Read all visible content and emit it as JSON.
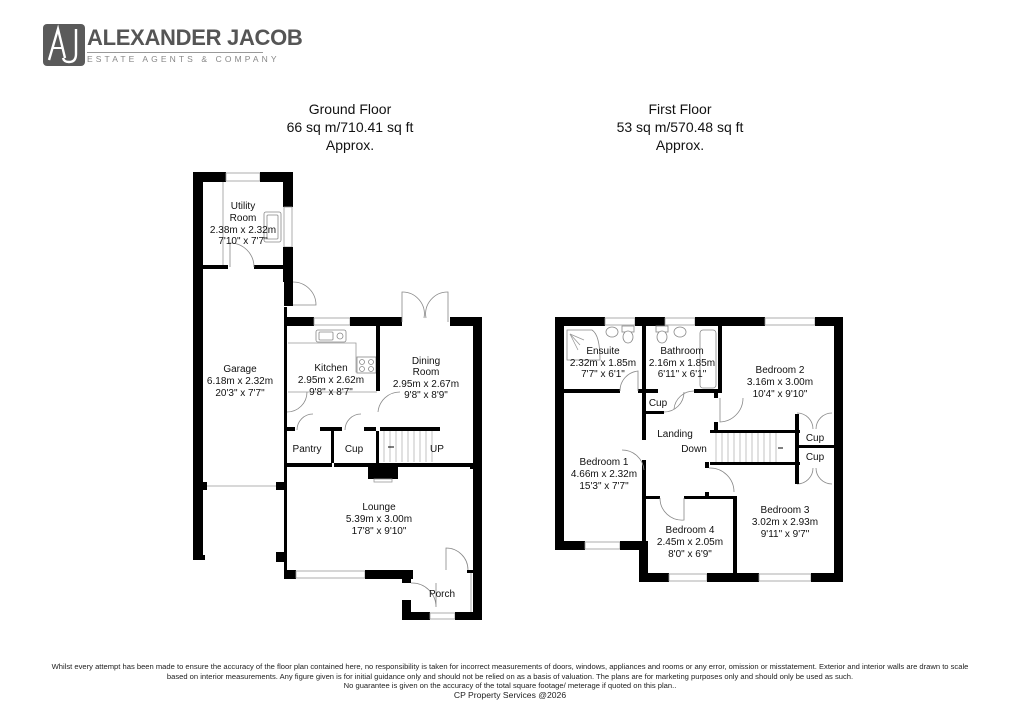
{
  "branding": {
    "monogram": "AJ",
    "name": "ALEXANDER JACOB",
    "tagline": "ESTATE AGENTS & COMPANY",
    "color": "#5a5a5a"
  },
  "ground_floor": {
    "title": "Ground Floor",
    "area": "66 sq m/710.41 sq ft",
    "approx": "Approx.",
    "rooms": {
      "utility": {
        "name1": "Utility",
        "name2": "Room",
        "metric": "2.38m x 2.32m",
        "imperial": "7'10\" x 7'7\""
      },
      "garage": {
        "name": "Garage",
        "metric": "6.18m x 2.32m",
        "imperial": "20'3\" x 7'7\""
      },
      "kitchen": {
        "name": "Kitchen",
        "metric": "2.95m x 2.62m",
        "imperial": "9'8\" x 8'7\""
      },
      "dining": {
        "name1": "Dining",
        "name2": "Room",
        "metric": "2.95m x 2.67m",
        "imperial": "9'8\" x 8'9\""
      },
      "pantry": {
        "name": "Pantry"
      },
      "cup": {
        "name": "Cup"
      },
      "stairs": {
        "label": "UP"
      },
      "lounge": {
        "name": "Lounge",
        "metric": "5.39m x 3.00m",
        "imperial": "17'8\" x 9'10\""
      },
      "porch": {
        "name": "Porch"
      }
    }
  },
  "first_floor": {
    "title": "First Floor",
    "area": "53 sq m/570.48 sq ft",
    "approx": "Approx.",
    "rooms": {
      "ensuite": {
        "name": "Ensuite",
        "metric": "2.32m x 1.85m",
        "imperial": "7'7\" x 6'1\""
      },
      "bathroom": {
        "name": "Bathroom",
        "metric": "2.16m x 1.85m",
        "imperial": "6'11\" x 6'1\""
      },
      "bedroom2": {
        "name": "Bedroom 2",
        "metric": "3.16m x 3.00m",
        "imperial": "10'4\" x 9'10\""
      },
      "cup_landing": {
        "name": "Cup"
      },
      "landing": {
        "name": "Landing"
      },
      "stairs": {
        "label": "Down"
      },
      "cup_bed2": {
        "name": "Cup"
      },
      "cup_bed3": {
        "name": "Cup"
      },
      "bedroom1": {
        "name": "Bedroom 1",
        "metric": "4.66m x 2.32m",
        "imperial": "15'3\" x 7'7\""
      },
      "bedroom4": {
        "name": "Bedroom 4",
        "metric": "2.45m x 2.05m",
        "imperial": "8'0\" x 6'9\""
      },
      "bedroom3": {
        "name": "Bedroom 3",
        "metric": "3.02m x 2.93m",
        "imperial": "9'11\" x 9'7\""
      }
    }
  },
  "disclaimer": {
    "line1": "Whilst every attempt has been made to ensure the accuracy of the floor plan contained here, no responsibility is taken for incorrect measurements of doors, windows, appliances and rooms or any error, omission or misstatement. Exterior and interior walls are drawn to scale",
    "line2": "based on interior measurements. Any figure given is for initial guidance only and should not be relied on as a basis of valuation. The plans are for marketing purposes only and should only be used as such.",
    "line3": "No guarantee is given on the accuracy of the total square footage/ meterage if quoted on this plan..",
    "credit": "CP Property Services @2026"
  }
}
